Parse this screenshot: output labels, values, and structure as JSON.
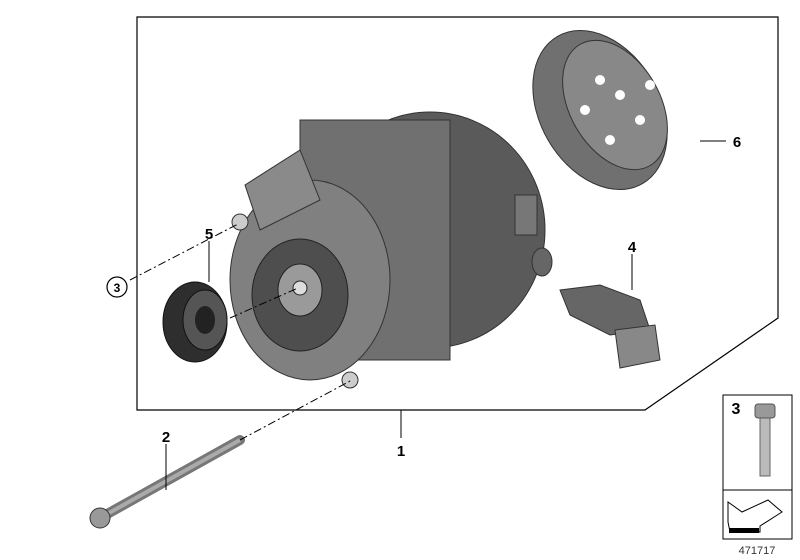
{
  "callouts": [
    {
      "id": "1",
      "text": "1"
    },
    {
      "id": "2",
      "text": "2"
    },
    {
      "id": "3",
      "text": "3",
      "circled": true
    },
    {
      "id": "4",
      "text": "4"
    },
    {
      "id": "5",
      "text": "5"
    },
    {
      "id": "6",
      "text": "6"
    }
  ],
  "legend_box": {
    "part_number": "3"
  },
  "diagram_id": "471717",
  "parts": [
    "alternator",
    "cover-cap",
    "pulley",
    "regulator",
    "bolt",
    "screw"
  ]
}
